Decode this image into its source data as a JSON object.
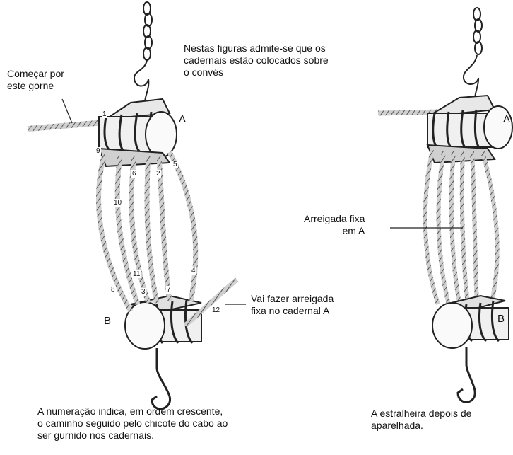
{
  "left_figure": {
    "start_label": "Começar por\neste gorne",
    "note_top": "Nestas figuras admite-se que os\ncadernais estão colocados sobre\no convés",
    "block_top": "A",
    "block_bottom": "B",
    "end_label": "Vai fazer arreigada\nfixa no cadernal A",
    "caption": "A numeração indica, em ordem crescente,\no caminho seguido pelo chicote do cabo ao\nser gurnido nos cadernais.",
    "rope_numbers": [
      "1",
      "2",
      "3",
      "4",
      "5",
      "6",
      "7",
      "8",
      "9",
      "10",
      "11",
      "12"
    ]
  },
  "right_figure": {
    "block_top": "A",
    "block_bottom": "B",
    "fixed_label": "Arreigada fixa\nem A",
    "caption": "A estralheira depois de\naparelhada."
  }
}
